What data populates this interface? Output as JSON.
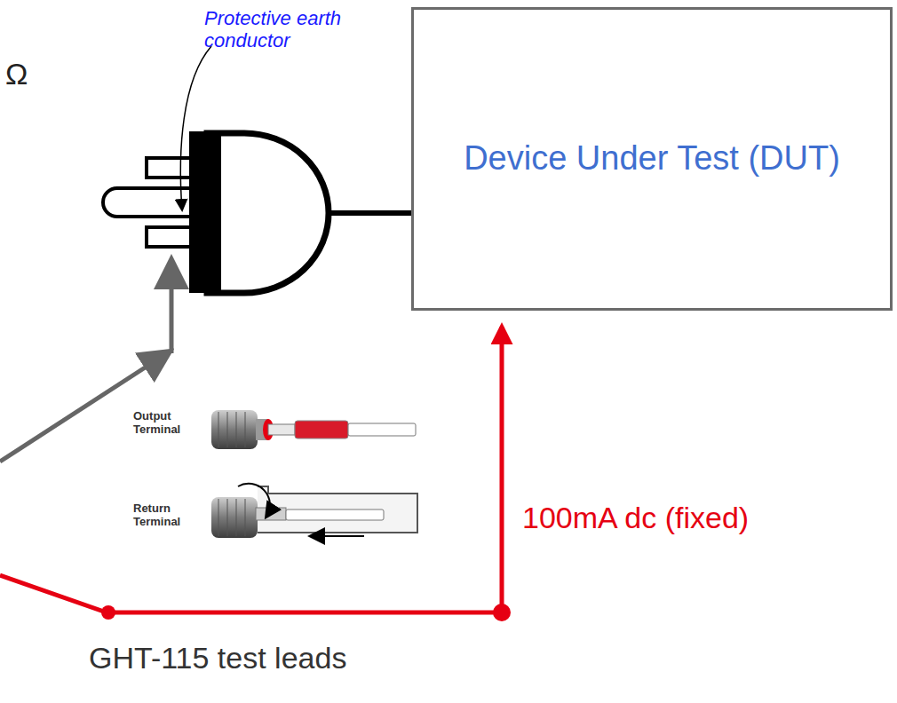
{
  "diagram": {
    "nodes": [
      {
        "text": [
          "Device Under Test (DUT)"
        ]
      }
    ],
    "labels": [
      "Ω",
      "Protective earth conductor",
      "Output Terminal",
      "Return Terminal",
      "100mA dc (fixed)",
      "GHT-115 test leads"
    ]
  }
}
